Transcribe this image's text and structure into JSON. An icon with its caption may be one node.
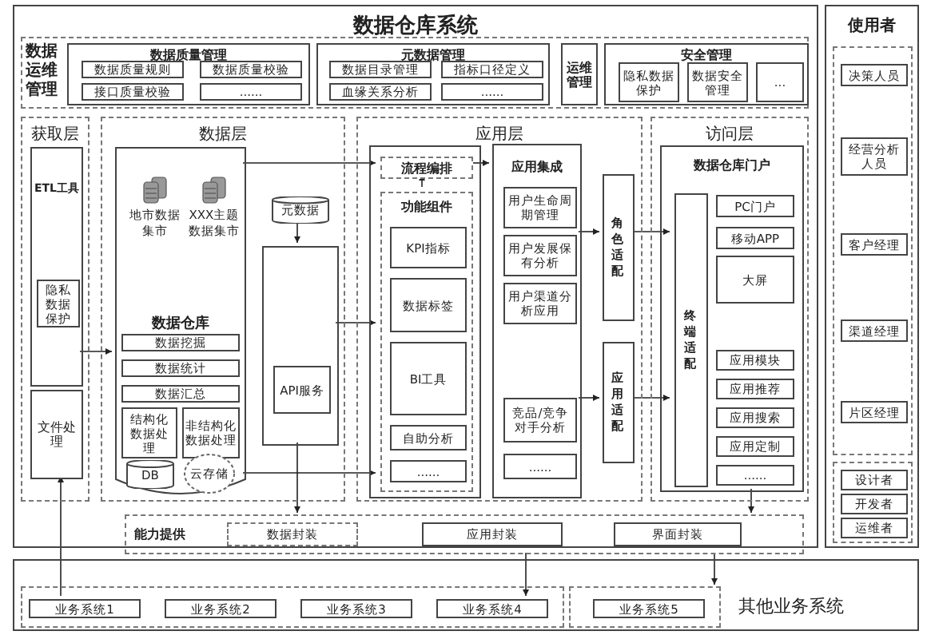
{
  "diagram": {
    "nodes": [
      {
        "text": [
          "数据仓库系统"
        ]
      },
      {
        "text": [
          "数据运维管理"
        ],
        "in": 0
      },
      {
        "text": [
          "数据质量管理"
        ],
        "in": 1
      },
      {
        "text": [
          "数据质量规则"
        ],
        "in": 2
      },
      {
        "text": [
          "数据质量校验"
        ],
        "in": 2
      },
      {
        "text": [
          "接口质量校验"
        ],
        "in": 2
      },
      {
        "text": [
          "......"
        ],
        "in": 2
      },
      {
        "text": [
          "元数据管理"
        ],
        "in": 1
      },
      {
        "text": [
          "数据目录管理"
        ],
        "in": 7
      },
      {
        "text": [
          "指标口径定义"
        ],
        "in": 7
      },
      {
        "text": [
          "血缘关系分析"
        ],
        "in": 7
      },
      {
        "text": [
          "......"
        ],
        "in": 7
      },
      {
        "text": [
          "运维管理"
        ],
        "in": 1
      },
      {
        "text": [
          "安全管理"
        ],
        "in": 1
      },
      {
        "text": [
          "隐私数据保护"
        ],
        "in": 13
      },
      {
        "text": [
          "数据安全管理"
        ],
        "in": 13
      },
      {
        "text": [
          "..."
        ],
        "in": 13
      },
      {
        "text": [
          "获取层"
        ],
        "in": 0
      },
      {
        "text": [
          "ETL工具"
        ],
        "in": 17
      },
      {
        "text": [
          "隐私数据保护"
        ],
        "in": 18
      },
      {
        "text": [
          "文件处理"
        ],
        "in": 17
      },
      {
        "text": [
          "数据层"
        ],
        "in": 0
      },
      {
        "text": [
          "数据仓库"
        ],
        "in": 21
      },
      {
        "text": [
          "地市数据集市"
        ],
        "in": 22
      },
      {
        "text": [
          "XXX主题数据集市"
        ],
        "in": 22
      },
      {
        "text": [
          "数据挖掘"
        ],
        "in": 22
      },
      {
        "text": [
          "数据统计"
        ],
        "in": 22
      },
      {
        "text": [
          "数据汇总"
        ],
        "in": 22
      },
      {
        "text": [
          "结构化数据处理"
        ],
        "in": 22
      },
      {
        "text": [
          "非结构化数据处理"
        ],
        "in": 22
      },
      {
        "text": [
          "DB"
        ],
        "in": 22
      },
      {
        "text": [
          "云存储"
        ],
        "in": 22
      },
      {
        "text": [
          "元数据"
        ],
        "in": 21
      },
      {
        "text": [],
        "shape": "box",
        "in": 21
      },
      {
        "text": [
          "API服务"
        ],
        "in": 33
      },
      {
        "text": [
          "应用层"
        ],
        "in": 0
      },
      {
        "text": [],
        "shape": "box",
        "in": 35
      },
      {
        "text": [
          "流程编排"
        ],
        "in": 36
      },
      {
        "text": [
          "功能组件"
        ],
        "in": 36
      },
      {
        "text": [
          "KPI指标"
        ],
        "in": 38
      },
      {
        "text": [
          "数据标签"
        ],
        "in": 38
      },
      {
        "text": [
          "BI工具"
        ],
        "in": 38
      },
      {
        "text": [
          "自助分析"
        ],
        "in": 38
      },
      {
        "text": [
          "......"
        ],
        "in": 38
      },
      {
        "text": [
          "应用集成"
        ],
        "in": 35
      },
      {
        "text": [
          "用户生命周期管理"
        ],
        "in": 44
      },
      {
        "text": [
          "用户发展保有分析"
        ],
        "in": 44
      },
      {
        "text": [
          "用户渠道分析应用"
        ],
        "in": 44
      },
      {
        "text": [
          "竞品/竞争对手分析"
        ],
        "in": 44
      },
      {
        "text": [
          "......"
        ],
        "in": 44
      },
      {
        "text": [
          "角色适配"
        ],
        "in": 35
      },
      {
        "text": [
          "应用适配"
        ],
        "in": 35
      },
      {
        "text": [
          "访问层"
        ],
        "in": 0
      },
      {
        "text": [
          "数据仓库门户"
        ],
        "in": 52
      },
      {
        "text": [
          "终端适配"
        ],
        "in": 53
      },
      {
        "text": [
          "PC门户"
        ],
        "in": 53
      },
      {
        "text": [
          "移动APP"
        ],
        "in": 53
      },
      {
        "text": [
          "大屏"
        ],
        "in": 53
      },
      {
        "text": [
          "应用模块"
        ],
        "in": 53
      },
      {
        "text": [
          "应用推荐"
        ],
        "in": 53
      },
      {
        "text": [
          "应用搜索"
        ],
        "in": 53
      },
      {
        "text": [
          "应用定制"
        ],
        "in": 53
      },
      {
        "text": [
          "......"
        ],
        "in": 53
      },
      {
        "text": [
          "能力提供"
        ],
        "in": 0
      },
      {
        "text": [
          "数据封装"
        ],
        "in": 63
      },
      {
        "text": [
          "应用封装"
        ],
        "in": 63
      },
      {
        "text": [
          "界面封装"
        ],
        "in": 63
      },
      {
        "text": [
          "使用者"
        ]
      },
      {
        "text": [],
        "shape": "box",
        "in": 67
      },
      {
        "text": [
          "决策人员"
        ],
        "in": 68
      },
      {
        "text": [
          "经营分析人员"
        ],
        "in": 68
      },
      {
        "text": [
          "客户经理"
        ],
        "in": 68
      },
      {
        "text": [
          "渠道经理"
        ],
        "in": 68
      },
      {
        "text": [
          "片区经理"
        ],
        "in": 68
      },
      {
        "text": [],
        "shape": "box",
        "in": 67
      },
      {
        "text": [
          "设计者"
        ],
        "in": 74
      },
      {
        "text": [
          "开发者"
        ],
        "in": 74
      },
      {
        "text": [
          "运维者"
        ],
        "in": 74
      },
      {
        "text": [],
        "shape": "box"
      },
      {
        "text": [],
        "shape": "box",
        "in": 78
      },
      {
        "text": [
          "业务系统1"
        ],
        "in": 79
      },
      {
        "text": [
          "业务系统2"
        ],
        "in": 79
      },
      {
        "text": [
          "业务系统3"
        ],
        "in": 79
      },
      {
        "text": [
          "业务系统4"
        ],
        "in": 79
      },
      {
        "text": [],
        "shape": "box",
        "in": 78
      },
      {
        "text": [
          "业务系统5"
        ],
        "in": 84
      }
    ],
    "edges": [
      {
        "from": 80,
        "to": 20,
        "arrow": "to"
      },
      {
        "from": 18,
        "to": 22,
        "arrow": "to"
      },
      {
        "from": 22,
        "to": 37,
        "arrow": "to"
      },
      {
        "from": 32,
        "to": 33,
        "arrow": "to"
      },
      {
        "from": 33,
        "to": 38,
        "arrow": "to"
      },
      {
        "from": 22,
        "to": 38,
        "arrow": "to"
      },
      {
        "from": 38,
        "to": 37,
        "arrow": "to"
      },
      {
        "from": 37,
        "to": 44,
        "arrow": "to"
      },
      {
        "from": 44,
        "to": 50,
        "arrow": "to"
      },
      {
        "from": 44,
        "to": 51,
        "arrow": "to"
      },
      {
        "from": 50,
        "to": 54,
        "arrow": "to"
      },
      {
        "from": 51,
        "to": 54,
        "arrow": "to"
      },
      {
        "from": 33,
        "to": 63,
        "arrow": "to"
      },
      {
        "from": 53,
        "to": 63,
        "arrow": "to"
      },
      {
        "from": 63,
        "to": 83,
        "arrow": "to"
      },
      {
        "from": 63,
        "to": 84,
        "arrow": "to"
      }
    ],
    "labels": [
      "其他业务系统"
    ]
  }
}
